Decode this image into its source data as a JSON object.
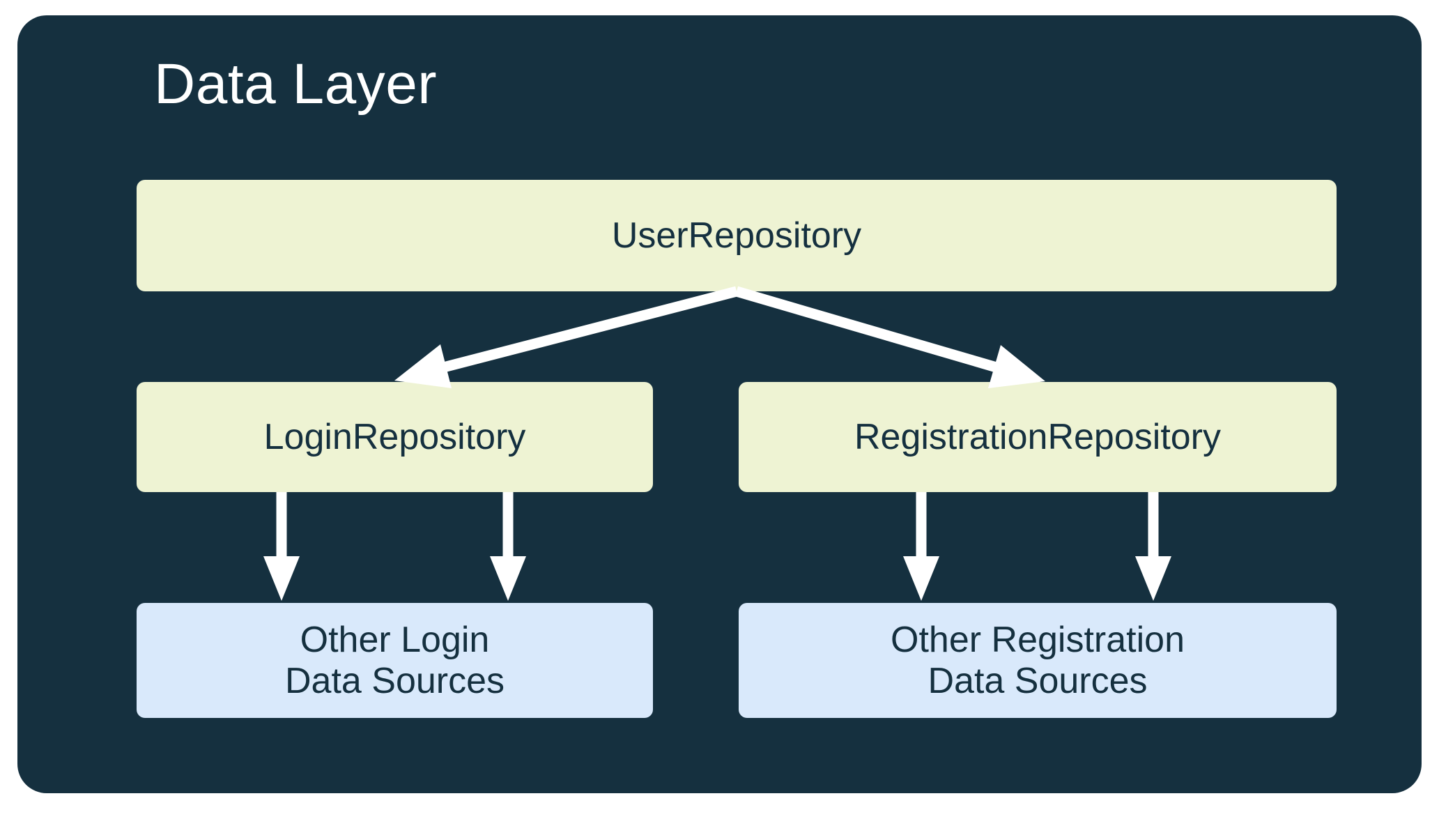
{
  "diagram": {
    "title": "Data Layer",
    "colors": {
      "panel_background": "#15303f",
      "repository_box": "#eef3d3",
      "data_source_box": "#d9e9fb",
      "arrow": "#ffffff",
      "title_text": "#ffffff",
      "node_text": "#15303f",
      "page_background": "#ffffff"
    },
    "nodes": {
      "user_repository": {
        "label": "UserRepository",
        "type": "repository"
      },
      "login_repository": {
        "label": "LoginRepository",
        "type": "repository"
      },
      "registration_repository": {
        "label": "RegistrationRepository",
        "type": "repository"
      },
      "other_login_sources": {
        "label": "Other Login\nData Sources",
        "type": "data-source"
      },
      "other_registration_sources": {
        "label": "Other Registration\nData Sources",
        "type": "data-source"
      }
    },
    "edges": [
      {
        "from": "user_repository",
        "to": "login_repository",
        "style": "diagonal-arrow"
      },
      {
        "from": "user_repository",
        "to": "registration_repository",
        "style": "diagonal-arrow"
      },
      {
        "from": "login_repository",
        "to": "other_login_sources",
        "style": "vertical-arrow"
      },
      {
        "from": "login_repository",
        "to": "other_login_sources",
        "style": "vertical-arrow"
      },
      {
        "from": "registration_repository",
        "to": "other_registration_sources",
        "style": "vertical-arrow"
      },
      {
        "from": "registration_repository",
        "to": "other_registration_sources",
        "style": "vertical-arrow"
      }
    ]
  }
}
